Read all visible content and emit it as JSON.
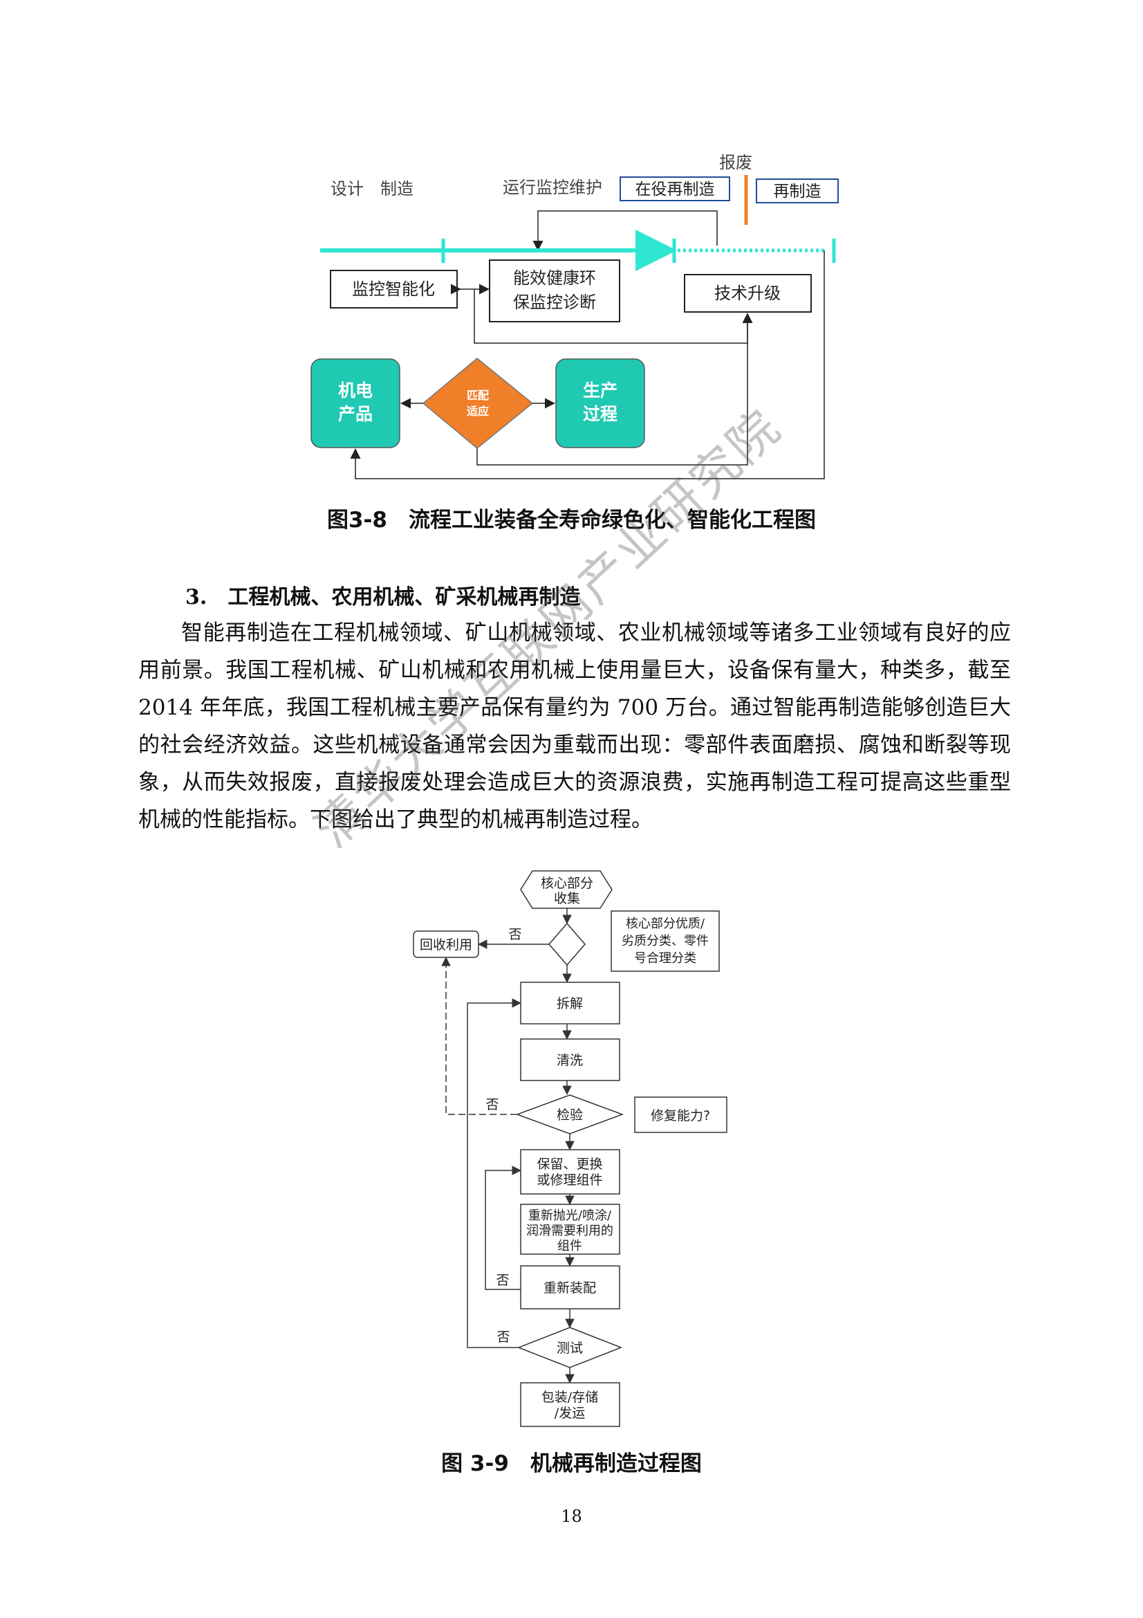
{
  "figure1": {
    "labels": {
      "design": "设计",
      "manufacture": "制造",
      "operation": "运行监控维护",
      "in_service": "在役再制造",
      "scrap": "报废",
      "reman": "再制造",
      "monitor_smart": "监控智能化",
      "health_line1": "能效健康环",
      "health_line2": "保监控诊断",
      "tech_upgrade": "技术升级",
      "mech_line1": "机电",
      "mech_line2": "产品",
      "match_line1": "匹配",
      "match_line2": "适应",
      "prod_line1": "生产",
      "prod_line2": "过程"
    },
    "colors": {
      "timeline": "#2ee6d2",
      "box_fill": "#1fc9b2",
      "diamond_fill": "#f07f2a",
      "reman_border": "#1f4e9a",
      "scrap_bar": "#f07f2a"
    },
    "caption": "图3-8　流程工业装备全寿命绿色化、智能化工程图"
  },
  "section": {
    "heading": "3.　工程机械、农用机械、矿采机械再制造",
    "paragraph": "智能再制造在工程机械领域、矿山机械领域、农业机械领域等诸多工业领域有良好的应用前景。我国工程机械、矿山机械和农用机械上使用量巨大，设备保有量大，种类多，截至 2014 年年底，我国工程机械主要产品保有量约为 700 万台。通过智能再制造能够创造巨大的社会经济效益。这些机械设备通常会因为重载而出现：零部件表面磨损、腐蚀和断裂等现象，从而失效报废，直接报废处理会造成巨大的资源浪费，实施再制造工程可提高这些重型机械的性能指标。下图给出了典型的机械再制造过程。"
  },
  "figure2": {
    "nodes": {
      "collect_line1": "核心部分",
      "collect_line2": "收集",
      "recycle": "回收利用",
      "no": "否",
      "note_line1": "核心部分优质/",
      "note_line2": "劣质分类、零件",
      "note_line3": "号合理分类",
      "disassemble": "拆解",
      "clean": "清洗",
      "inspect": "检验",
      "repair_q": "修复能力?",
      "keep_line1": "保留、更换",
      "keep_line2": "或修理组件",
      "polish_line1": "重新抛光/喷涂/",
      "polish_line2": "润滑需要利用的",
      "polish_line3": "组件",
      "reassemble": "重新装配",
      "test": "测试",
      "pack_line1": "包装/存储",
      "pack_line2": "/发运"
    },
    "caption": "图 3-9　机械再制造过程图"
  },
  "page_number": "18",
  "watermark": "清华大学互联网产业研究院"
}
